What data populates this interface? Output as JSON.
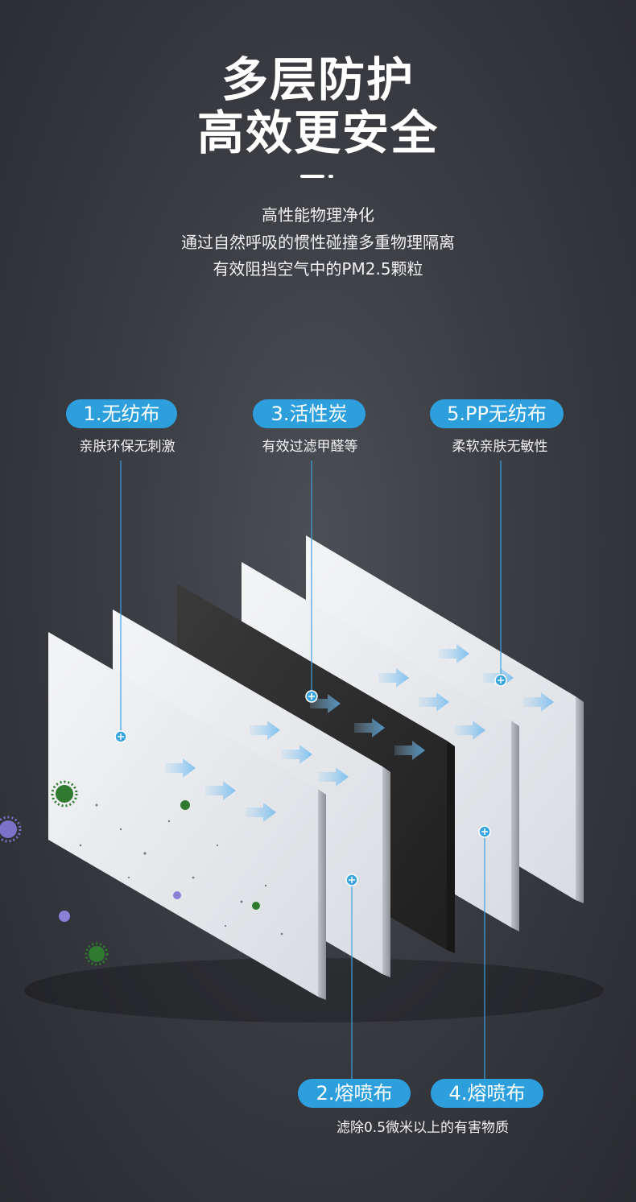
{
  "heading": {
    "line1": "多层防护",
    "line2": "高效更安全"
  },
  "description": {
    "line1": "高性能物理净化",
    "line2": "通过自然呼吸的惯性碰撞多重物理隔离",
    "line3": "有效阻挡空气中的PM2.5颗粒"
  },
  "layers": {
    "layer1": {
      "label": "1.无纺布",
      "desc": "亲肤环保无刺激"
    },
    "layer2": {
      "label": "2.熔喷布"
    },
    "layer3": {
      "label": "3.活性炭",
      "desc": "有效过滤甲醛等"
    },
    "layer4": {
      "label": "4.熔喷布"
    },
    "layer5": {
      "label": "5.PP无纺布",
      "desc": "柔软亲肤无敏性"
    },
    "shared_desc_2_4": "滤除0.5微米以上的有害物质"
  },
  "colors": {
    "accent": "#2d9fdc",
    "background": "#3a3c42",
    "carbon": "#2b2b2b",
    "fabric": "#e9ebee"
  }
}
